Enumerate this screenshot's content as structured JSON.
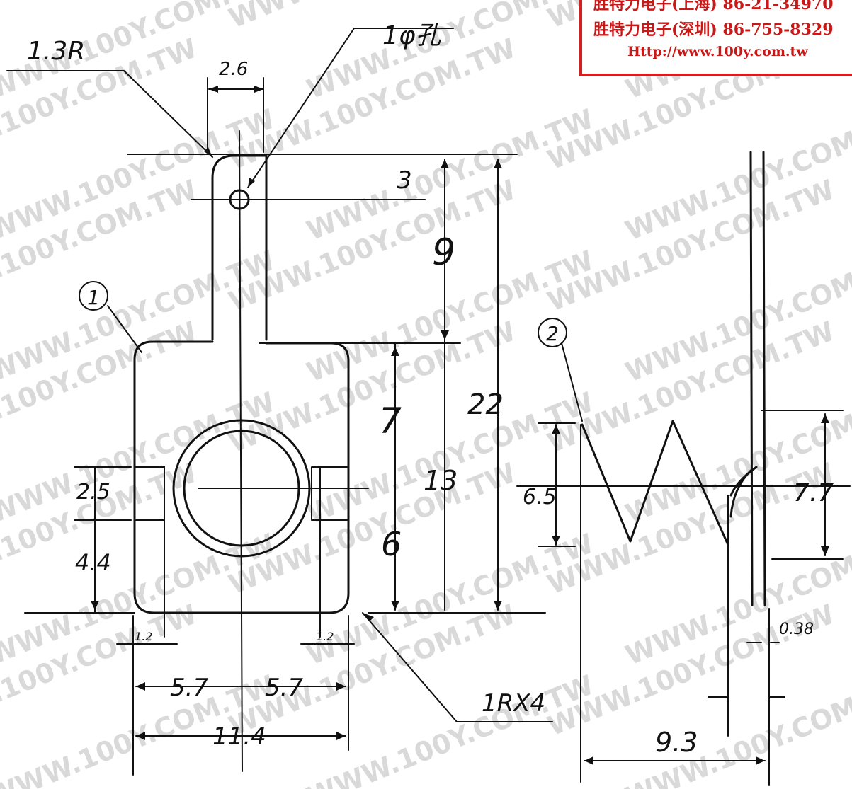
{
  "stamp": {
    "line1": "胜特力电子(上海) 86-21-34970",
    "line2": "胜特力电子(深圳) 86-755-8329",
    "url": "Http://www.100y.com.tw"
  },
  "watermark": "WWW.100Y.COM.TW",
  "part1": {
    "callout": "1",
    "dims": {
      "corner_radius": "1.3R",
      "hole": "1φ孔",
      "neck_width": "2.6",
      "top_to_hole": "3",
      "neck_length": "9",
      "total_height": "22",
      "upper_body": "7",
      "body_height": "13",
      "lower_body": "6",
      "tab_height": "2.5",
      "tab_offset": "4.4",
      "tab_width_left": "1.2",
      "tab_width_right": "1.2",
      "half_width_left": "5.7",
      "half_width_right": "5.7",
      "body_width": "11.4",
      "bottom_corners": "1RX4"
    }
  },
  "part2": {
    "callout": "2",
    "dims": {
      "spring_height": "6.5",
      "hook_height": "7.7",
      "thickness": "0.38",
      "width": "9.3"
    }
  }
}
